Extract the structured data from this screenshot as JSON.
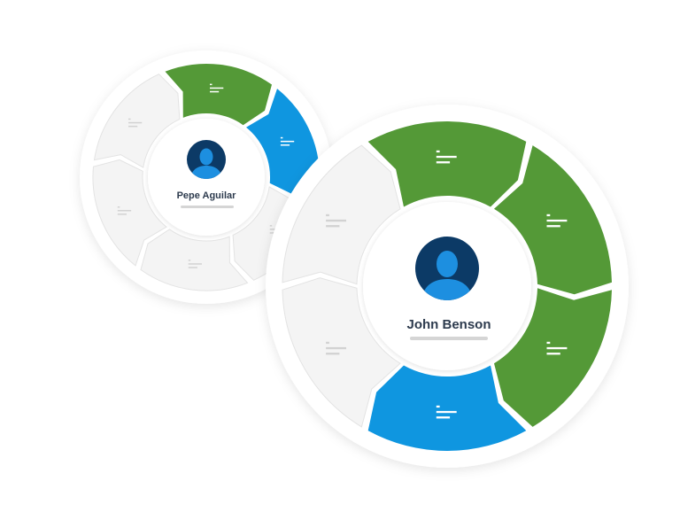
{
  "colors": {
    "green": "#549937",
    "blue": "#0f96e0",
    "light": "#f4f4f4",
    "light_stroke": "#e3e3e3",
    "ring": "#ffffff",
    "avatar_bg": "#0c3a66",
    "avatar_fg": "#1d8fe0",
    "text_dark": "#2d3b4e",
    "underline": "#d5d5d5"
  },
  "back_wheel": {
    "user_name": "Pepe Aguilar",
    "avatar_icon": "user-avatar-icon",
    "segments": [
      {
        "id": "seg-1",
        "color": "green"
      },
      {
        "id": "seg-2",
        "color": "blue"
      },
      {
        "id": "seg-3",
        "color": "light"
      },
      {
        "id": "seg-4",
        "color": "light"
      },
      {
        "id": "seg-5",
        "color": "light"
      },
      {
        "id": "seg-6",
        "color": "light"
      }
    ]
  },
  "front_wheel": {
    "user_name": "John Benson",
    "avatar_icon": "user-avatar-icon",
    "segments": [
      {
        "id": "seg-1",
        "color": "green"
      },
      {
        "id": "seg-2",
        "color": "green"
      },
      {
        "id": "seg-3",
        "color": "green"
      },
      {
        "id": "seg-4",
        "color": "blue"
      },
      {
        "id": "seg-5",
        "color": "light"
      },
      {
        "id": "seg-6",
        "color": "light"
      }
    ]
  }
}
